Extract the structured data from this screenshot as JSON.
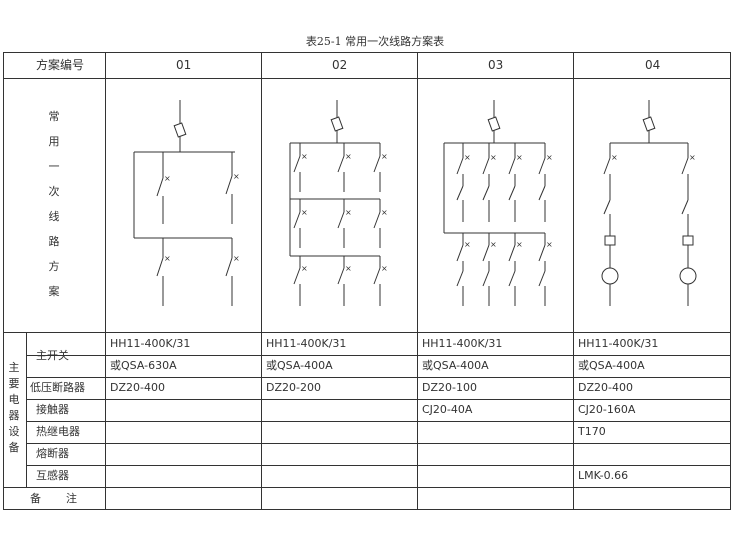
{
  "table": {
    "title": "表25-1  常用一次线路方案表",
    "header": {
      "scheme_no": "方案编号",
      "columns": [
        "01",
        "02",
        "03",
        "04"
      ]
    },
    "diagram_row_label": [
      "常",
      "用",
      "一",
      "次",
      "线",
      "路",
      "方",
      "案"
    ],
    "group_label": [
      "主",
      "要",
      "电",
      "器",
      "设",
      "备"
    ],
    "rows": [
      {
        "name": "主开关",
        "cells": [
          "HH11-400K/31",
          "HH11-400K/31",
          "HH11-400K/31",
          "HH11-400K/31"
        ]
      },
      {
        "name": "",
        "cells": [
          "或QSA-630A",
          "或QSA-400A",
          "或QSA-400A",
          "或QSA-400A"
        ]
      },
      {
        "name": "低压断路器",
        "cells": [
          "DZ20-400",
          "DZ20-200",
          "DZ20-100",
          "DZ20-400"
        ]
      },
      {
        "name": "接触器",
        "cells": [
          "",
          "",
          "CJ20-40A",
          "CJ20-160A"
        ]
      },
      {
        "name": "热继电器",
        "cells": [
          "",
          "",
          "",
          "T170"
        ]
      },
      {
        "name": "熔断器",
        "cells": [
          "",
          "",
          "",
          ""
        ]
      },
      {
        "name": "互感器",
        "cells": [
          "",
          "",
          "",
          "LMK-0.66"
        ]
      }
    ],
    "remarks_label": [
      "备",
      "注"
    ]
  }
}
